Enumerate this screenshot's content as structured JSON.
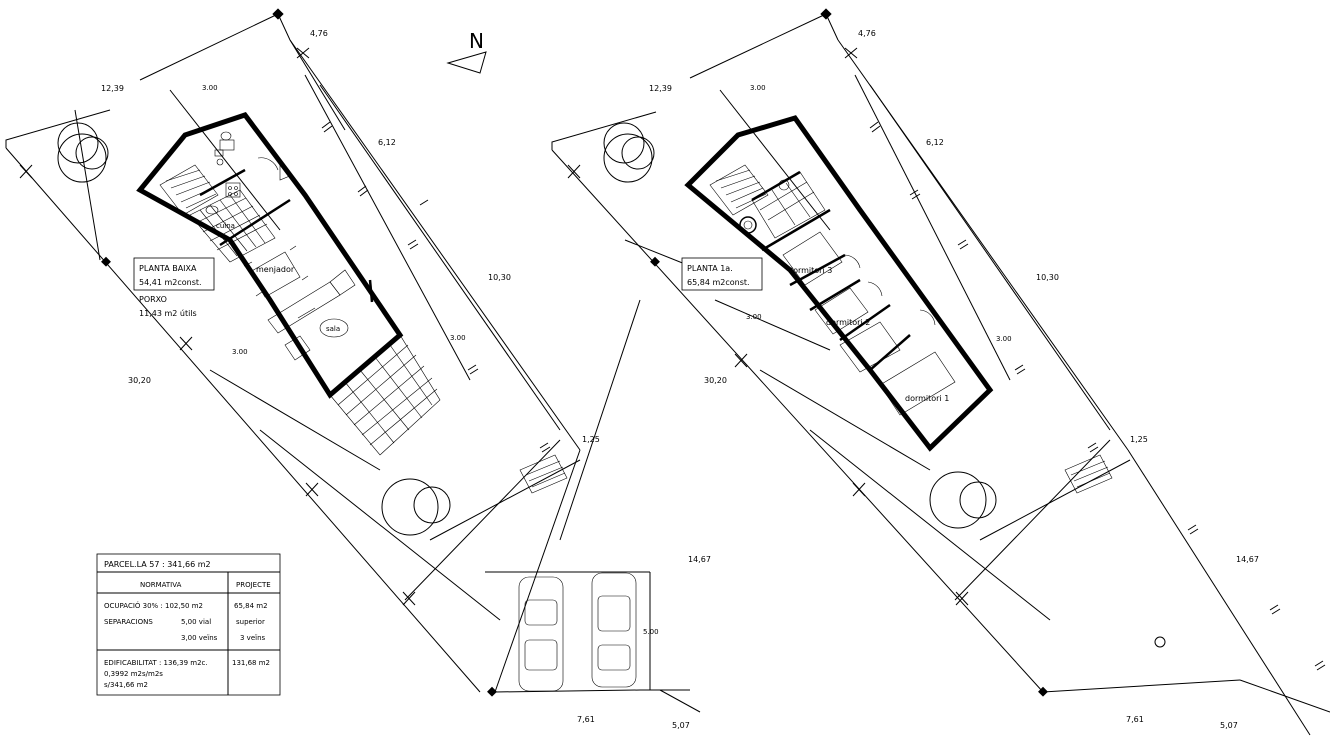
{
  "north_label": "N",
  "left_plan": {
    "dims": {
      "d1": "4,76",
      "d2": "12,39",
      "d3": "3.00",
      "d4": "6,12",
      "d5": "10,30",
      "d6": "3.00",
      "d7": "3.00",
      "d8": "30,20",
      "d9": "1,25",
      "d10": "14,67",
      "d11": "5.00",
      "d12": "7,61",
      "d13": "5,07"
    },
    "title_line1": "PLANTA BAIXA",
    "title_line2": "54,41  m2const.",
    "porxo_line1": "PORXO",
    "porxo_line2": "11,43  m2  útils",
    "rooms": {
      "cuina": "cuina",
      "menjador": "menjador",
      "sala": "sala"
    }
  },
  "right_plan": {
    "dims": {
      "d1": "4,76",
      "d2": "12,39",
      "d3": "3.00",
      "d4": "6,12",
      "d5": "10,30",
      "d6": "3.00",
      "d7": "3.00",
      "d8": "30,20",
      "d9": "1,25",
      "d10": "14,67",
      "d12": "7,61",
      "d13": "5,07"
    },
    "title_line1": "PLANTA  1a.",
    "title_line2": "65,84  m2const.",
    "rooms": {
      "dormitori3": "dormitori  3",
      "dormitori2": "dormitori  2",
      "dormitori1": "dormitori  1"
    }
  },
  "table": {
    "header": "PARCEL.LA  57  :   341,66  m2",
    "col_normativa": "NORMATIVA",
    "col_projecte": "PROJECTE",
    "ocupacio_label": "OCUPACIÓ  30%  :  102,50  m2",
    "ocupacio_value": "65,84  m2",
    "separacions_label": "SEPARACIONS",
    "sep_vial": "5,00  vial",
    "sep_veins": "3,00  veïns",
    "sep_superior": "superior",
    "sep_3veins": "3  veïns",
    "edif_line1": "EDIFICABILITAT  :  136,39  m2c.",
    "edif_line2": "0,3992  m2s/m2s",
    "edif_line3": "s/341,66  m2",
    "edif_value": "131,68  m2"
  }
}
